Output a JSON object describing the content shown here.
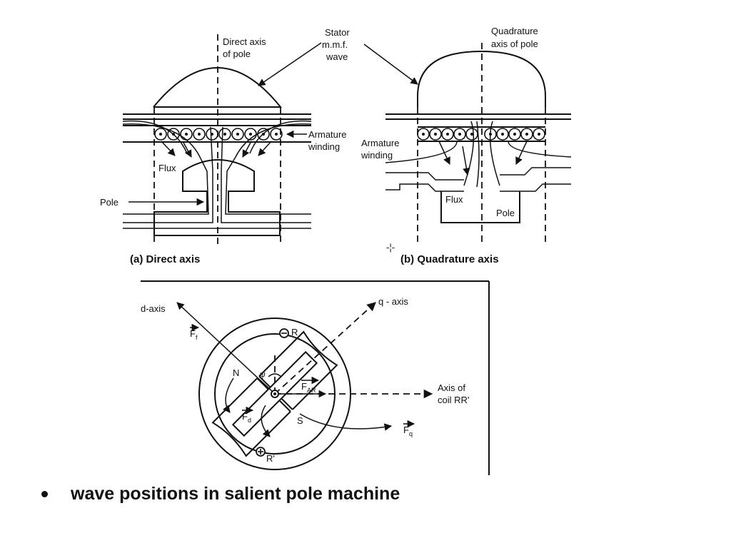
{
  "slide": {
    "bullet_text": "wave positions in salient pole machine"
  },
  "diagram_a": {
    "direct_axis_label_1": "Direct axis",
    "direct_axis_label_2": "of pole",
    "stator_mmf_1": "Stator",
    "stator_mmf_2": "m.m.f.",
    "stator_mmf_3": "wave",
    "armature_1": "Armature",
    "armature_2": "winding",
    "flux": "Flux",
    "pole": "Pole",
    "caption": "(a) Direct axis"
  },
  "diagram_b": {
    "quadrature_label_1": "Quadrature",
    "quadrature_label_2": "axis of pole",
    "armature_1": "Armature",
    "armature_2": "winding",
    "flux": "Flux",
    "pole": "Pole",
    "caption": "(b) Quadrature axis"
  },
  "diagram_c": {
    "d_axis": "d-axis",
    "q_axis": "q - axis",
    "ff": "F",
    "ff_sub": "f",
    "r": "R",
    "r_prime": "R'",
    "n": "N",
    "s": "S",
    "psi": "ψ",
    "far": "F",
    "far_sub": "AR",
    "fd": "F",
    "fd_sub": "d",
    "fq": "F",
    "fq_sub": "q",
    "axis_coil_1": "Axis of",
    "axis_coil_2": "coil RR'",
    "minus": "−",
    "plus": "+"
  }
}
